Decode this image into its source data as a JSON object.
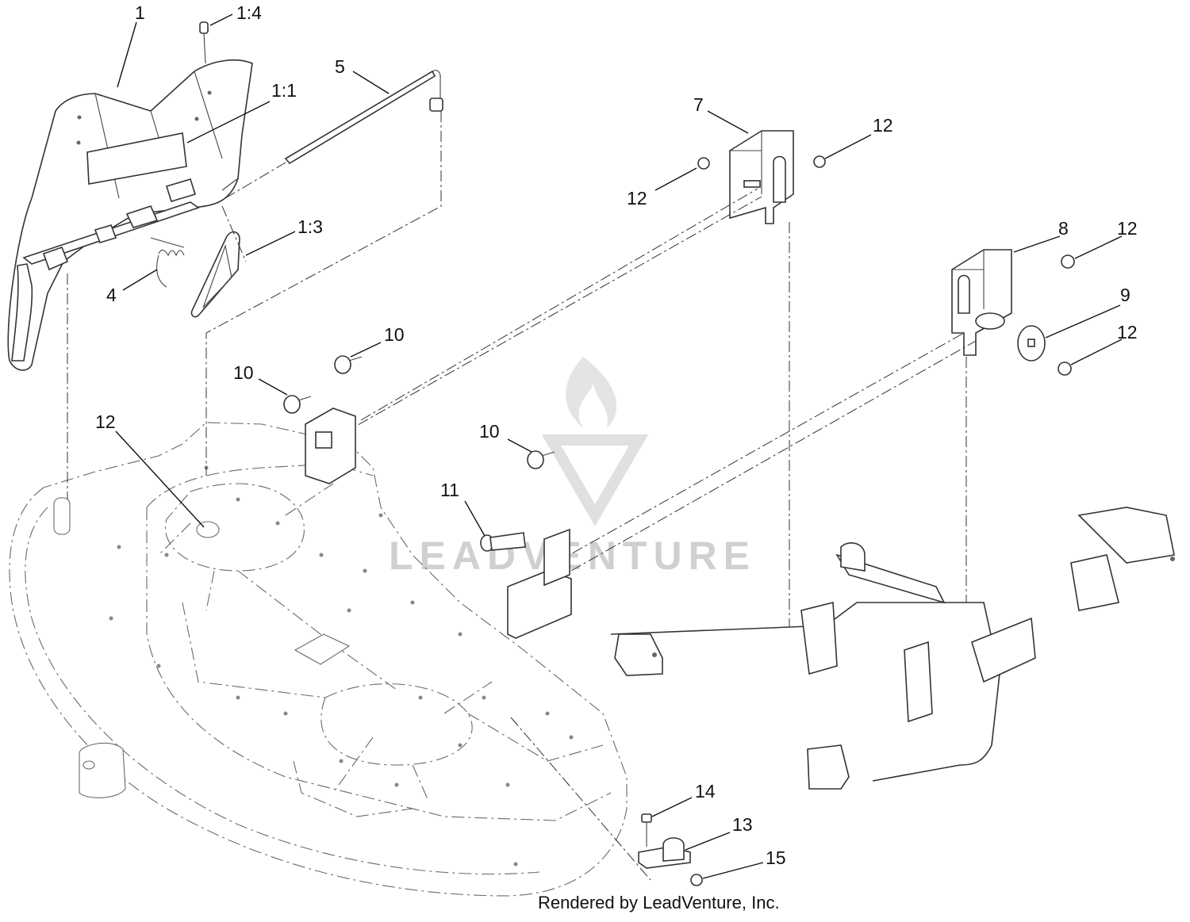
{
  "callouts": {
    "c1": "1",
    "c1_4": "1:4",
    "c1_1": "1:1",
    "c1_3": "1:3",
    "c4": "4",
    "c5": "5",
    "c7": "7",
    "c8": "8",
    "c9": "9",
    "c10a": "10",
    "c10b": "10",
    "c10c": "10",
    "c11": "11",
    "c12a": "12",
    "c12b": "12",
    "c12c": "12",
    "c12d": "12",
    "c12e": "12",
    "c13": "13",
    "c14": "14",
    "c15": "15"
  },
  "watermark": {
    "text": "LEADVENTURE"
  },
  "footer": {
    "credit": "Rendered by LeadVenture, Inc."
  }
}
